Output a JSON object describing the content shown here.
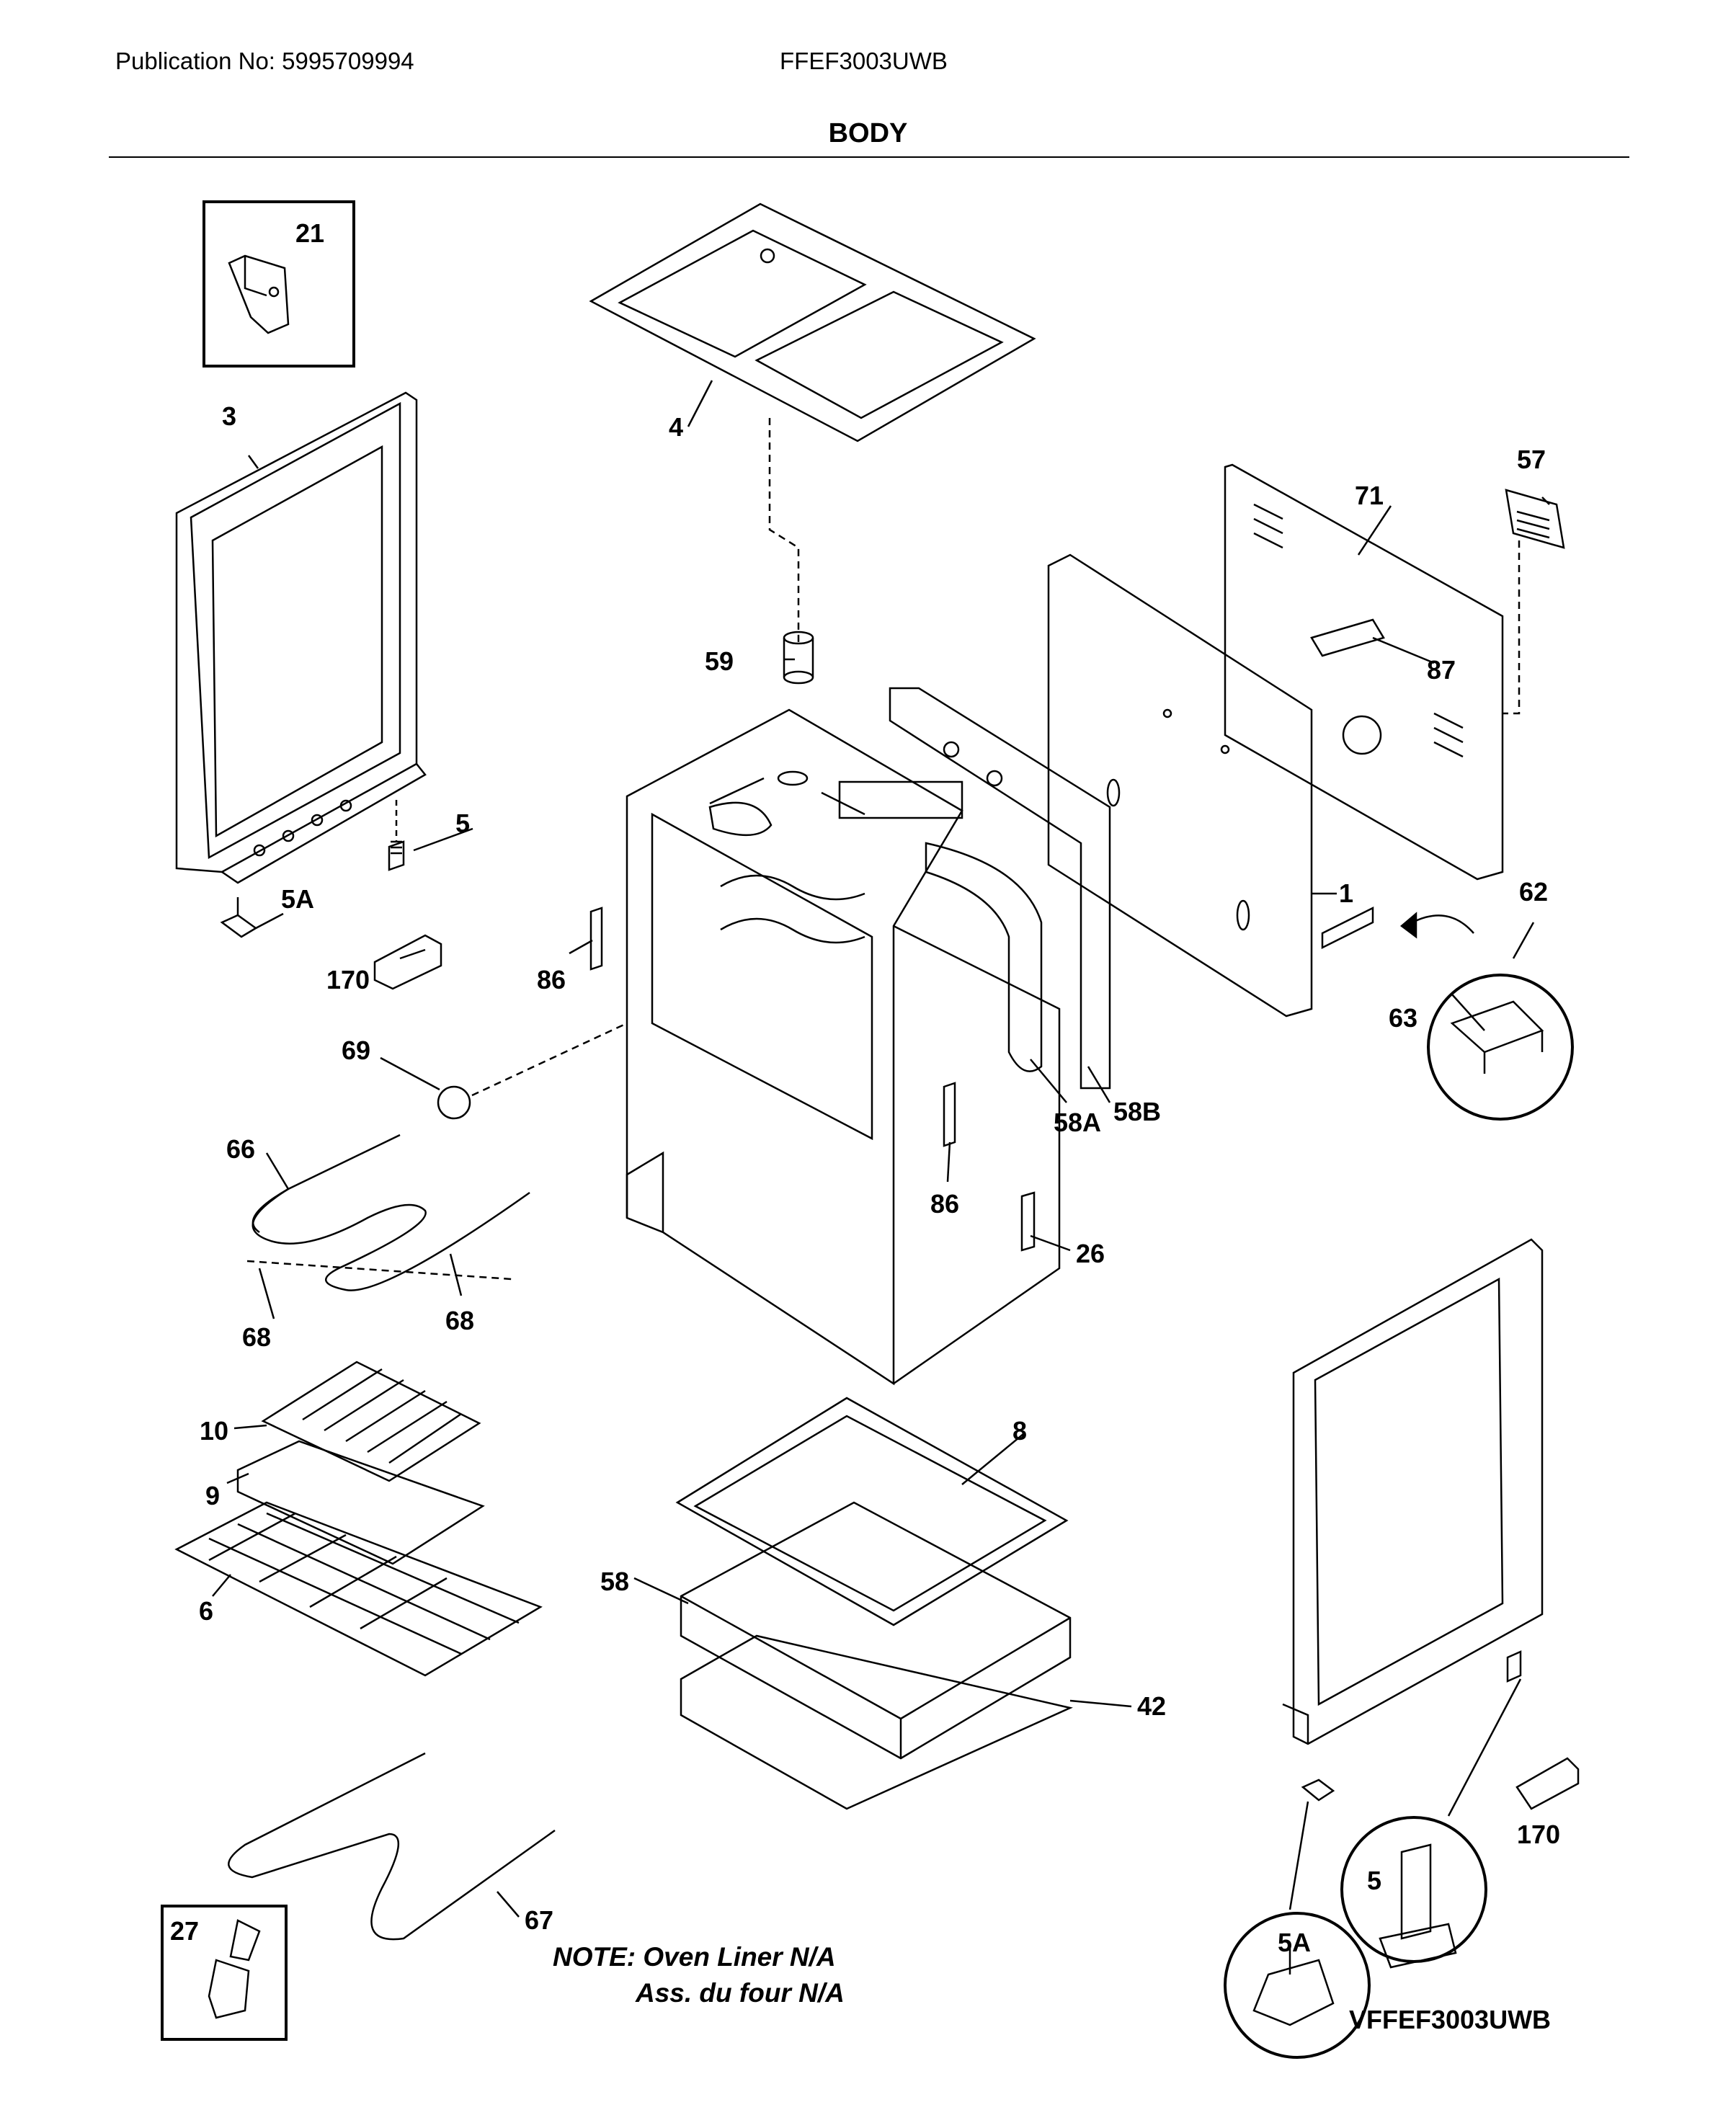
{
  "header": {
    "publication": "Publication No: 5995709994",
    "model": "FFEF3003UWB",
    "section_title": "BODY"
  },
  "callouts": {
    "p21": "21",
    "p3": "3",
    "p4": "4",
    "p57": "57",
    "p71": "71",
    "p59": "59",
    "p87": "87",
    "p5_top": "5",
    "p5a_top": "5A",
    "p170_top": "170",
    "p86_left": "86",
    "p1": "1",
    "p62": "62",
    "p63": "63",
    "p69": "69",
    "p58a": "58A",
    "p58b": "58B",
    "p66": "66",
    "p86_mid": "86",
    "p26": "26",
    "p68_left": "68",
    "p68_right": "68",
    "p10": "10",
    "p8": "8",
    "p9": "9",
    "p6": "6",
    "p58": "58",
    "p42": "42",
    "p170_bottom": "170",
    "p5_bottom": "5",
    "p5a_bottom": "5A",
    "p67": "67",
    "p27": "27"
  },
  "note": {
    "line1": "NOTE: Oven Liner N/A",
    "line2": "Ass. du four N/A"
  },
  "diagram_code": "VFFEF3003UWB"
}
